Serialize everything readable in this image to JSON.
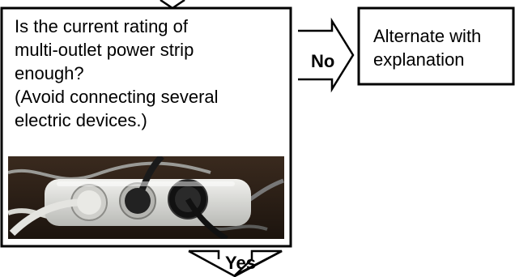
{
  "question": {
    "lines": [
      "Is the current rating of",
      "multi-outlet power strip",
      "enough?",
      "(Avoid connecting several",
      "electric devices.)"
    ]
  },
  "branch_no": {
    "label": "No",
    "result_lines": [
      "Alternate with",
      "explanation"
    ]
  },
  "branch_yes": {
    "label": "Yes"
  },
  "photo": {
    "subject": "multi-outlet power strip with plugs"
  }
}
